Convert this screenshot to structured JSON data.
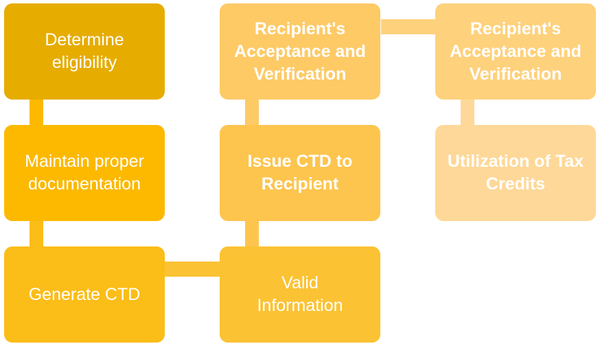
{
  "colors": {
    "step1": "#E6AC00",
    "step2": "#FCB900",
    "step3": "#FBBD18",
    "step4": "#FBC233",
    "step5": "#FDC54E",
    "step6": "#FDCA66",
    "step7": "#FED17C",
    "step8": "#FED898"
  },
  "steps": [
    {
      "label": "Determine eligibility"
    },
    {
      "label": "Maintain proper documentation"
    },
    {
      "label": "Generate CTD"
    },
    {
      "label": "Valid Information"
    },
    {
      "label": "Issue CTD to Recipient"
    },
    {
      "label": "Recipient's Acceptance and Verification"
    },
    {
      "label": "Recipient's Acceptance and Verification"
    },
    {
      "label": "Utilization of Tax Credits"
    }
  ]
}
